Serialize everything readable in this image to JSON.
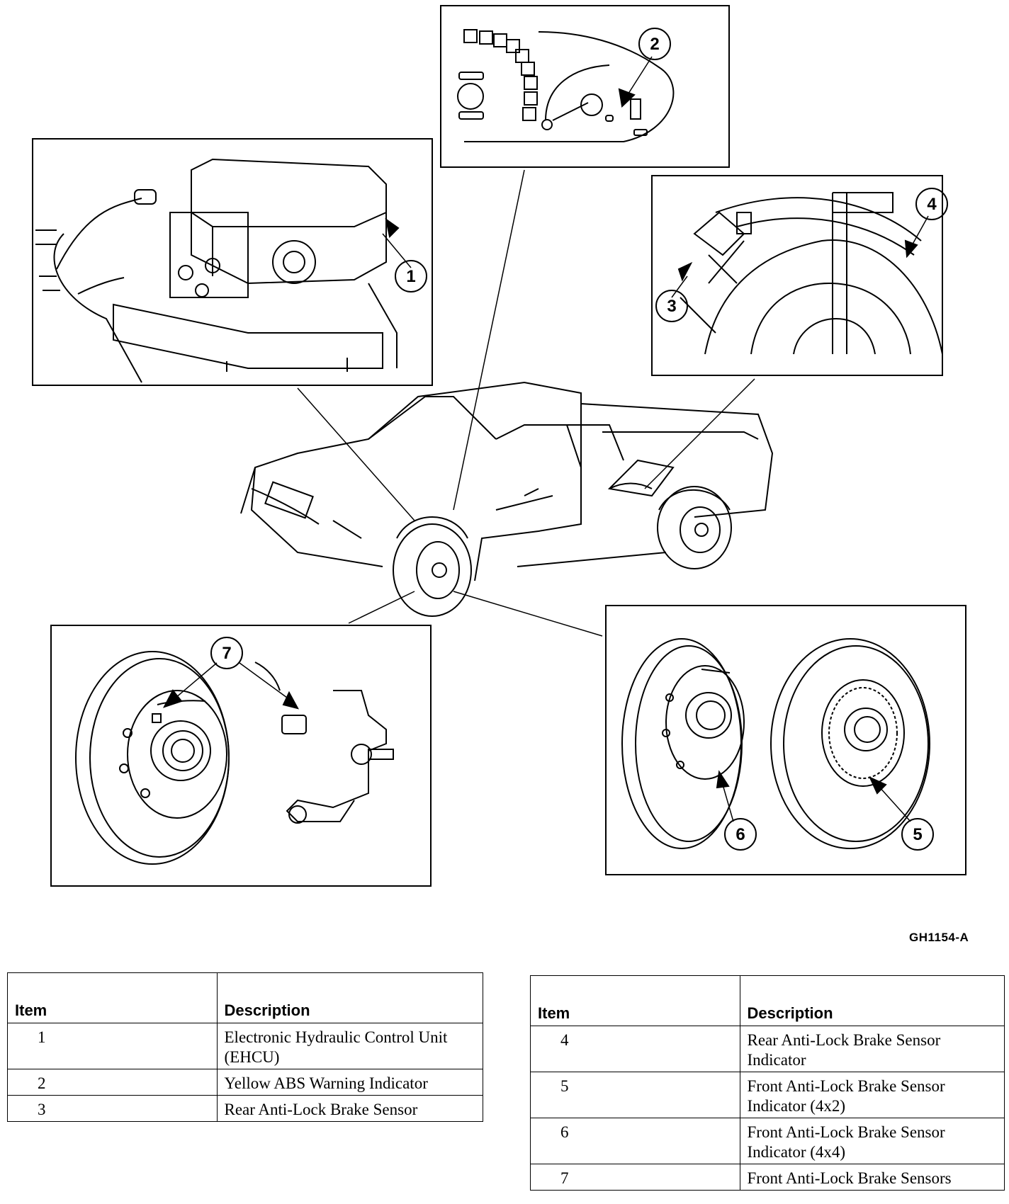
{
  "figure_id": "GH1154-A",
  "callouts": [
    "1",
    "2",
    "3",
    "4",
    "5",
    "6",
    "7"
  ],
  "table_left": {
    "headers": [
      "Item",
      "Description"
    ],
    "rows": [
      {
        "item": "1",
        "description": "Electronic Hydraulic Control Unit (EHCU)"
      },
      {
        "item": "2",
        "description": "Yellow ABS Warning Indicator"
      },
      {
        "item": "3",
        "description": "Rear Anti-Lock Brake Sensor"
      }
    ]
  },
  "table_right": {
    "headers": [
      "Item",
      "Description"
    ],
    "rows": [
      {
        "item": "4",
        "description": "Rear Anti-Lock Brake Sensor Indicator"
      },
      {
        "item": "5",
        "description": "Front Anti-Lock Brake Sensor Indicator (4x2)"
      },
      {
        "item": "6",
        "description": "Front Anti-Lock Brake Sensor Indicator (4x4)"
      },
      {
        "item": "7",
        "description": "Front Anti-Lock Brake Sensors"
      }
    ]
  }
}
